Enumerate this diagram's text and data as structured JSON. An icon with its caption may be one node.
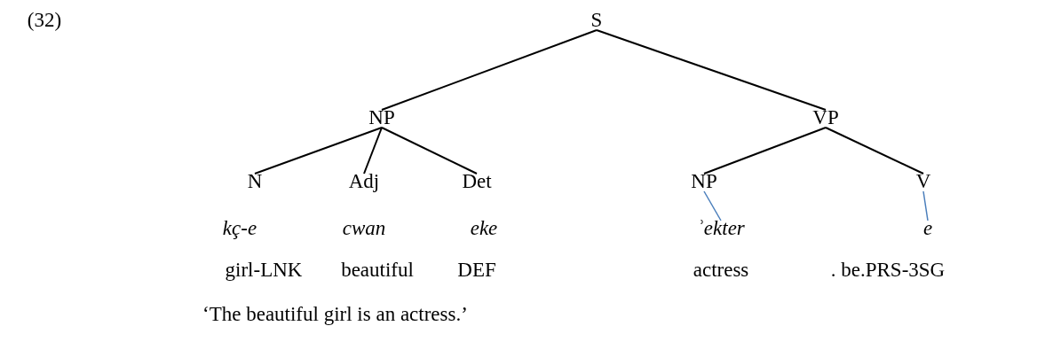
{
  "diagram": {
    "caption": "‘The beautiful girl is an actress.’",
    "nodes": [
      {
        "text": [
          "S"
        ]
      },
      {
        "text": [
          "NP"
        ]
      },
      {
        "text": [
          "VP"
        ]
      },
      {
        "text": [
          "N"
        ]
      },
      {
        "text": [
          "Adj"
        ]
      },
      {
        "text": [
          "Det"
        ]
      },
      {
        "text": [
          "NP"
        ]
      },
      {
        "text": [
          "V"
        ]
      },
      {
        "text": [
          "ʾekter"
        ]
      },
      {
        "text": [
          "e"
        ]
      }
    ],
    "edges": [
      {
        "from": 0,
        "to": 1,
        "arrow": "none"
      },
      {
        "from": 0,
        "to": 2,
        "arrow": "none"
      },
      {
        "from": 1,
        "to": 3,
        "arrow": "none"
      },
      {
        "from": 1,
        "to": 4,
        "arrow": "none"
      },
      {
        "from": 1,
        "to": 5,
        "arrow": "none"
      },
      {
        "from": 2,
        "to": 6,
        "arrow": "none"
      },
      {
        "from": 2,
        "to": 7,
        "arrow": "none"
      },
      {
        "from": 6,
        "to": 8,
        "arrow": "none",
        "color": "#4a7ebb"
      },
      {
        "from": 7,
        "to": 9,
        "arrow": "none",
        "color": "#4a7ebb"
      }
    ],
    "labels": [
      "(32)",
      "kç-e",
      "cwan",
      "eke",
      "girl-LNK",
      "beautiful",
      "DEF",
      "actress",
      ". be.PRS-3SG"
    ]
  }
}
